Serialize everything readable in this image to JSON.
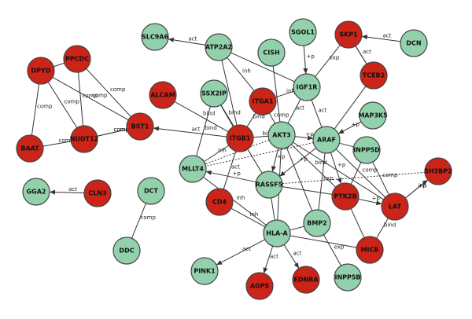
{
  "colors": {
    "red": "#cc2418",
    "green": "#92d1ac",
    "edge": "#333333"
  },
  "nodes": [
    {
      "id": "SLC9A6",
      "label": "SLC9A6",
      "color": "green"
    },
    {
      "id": "ATP2A2",
      "label": "ATP2A2",
      "color": "green"
    },
    {
      "id": "CISH",
      "label": "CISH",
      "color": "green"
    },
    {
      "id": "SGOL1",
      "label": "SGOL1",
      "color": "green"
    },
    {
      "id": "SKP1",
      "label": "SKP1",
      "color": "red"
    },
    {
      "id": "DCN",
      "label": "DCN",
      "color": "green"
    },
    {
      "id": "PPCDC",
      "label": "PPCDC",
      "color": "red"
    },
    {
      "id": "DPYD",
      "label": "DPYD",
      "color": "red"
    },
    {
      "id": "TCEB2",
      "label": "TCEB2",
      "color": "red"
    },
    {
      "id": "ALCAM",
      "label": "ALCAM",
      "color": "red"
    },
    {
      "id": "SSX2IP",
      "label": "SSX2IP",
      "color": "green"
    },
    {
      "id": "ITGA1",
      "label": "ITGA1",
      "color": "red"
    },
    {
      "id": "IGF1R",
      "label": "IGF1R",
      "color": "green"
    },
    {
      "id": "MAP3K5",
      "label": "MAP3K5",
      "color": "green"
    },
    {
      "id": "BST1",
      "label": "BST1",
      "color": "red"
    },
    {
      "id": "NUDT12",
      "label": "NUDT12",
      "color": "red"
    },
    {
      "id": "ITGB1",
      "label": "ITGB1",
      "color": "red"
    },
    {
      "id": "AKT3",
      "label": "AKT3",
      "color": "green"
    },
    {
      "id": "ARAF",
      "label": "ARAF",
      "color": "green"
    },
    {
      "id": "BAAT",
      "label": "BAAT",
      "color": "red"
    },
    {
      "id": "INPP5D",
      "label": "INPP5D",
      "color": "green"
    },
    {
      "id": "MLLT4",
      "label": "MLLT4",
      "color": "green"
    },
    {
      "id": "SH3BP2",
      "label": "SH3BP2",
      "color": "red"
    },
    {
      "id": "RASSF5",
      "label": "RASSF5",
      "color": "green"
    },
    {
      "id": "GGA2",
      "label": "GGA2",
      "color": "green"
    },
    {
      "id": "CLN3",
      "label": "CLN3",
      "color": "red"
    },
    {
      "id": "DCT",
      "label": "DCT",
      "color": "green"
    },
    {
      "id": "CD4",
      "label": "CD4",
      "color": "red"
    },
    {
      "id": "PTK2B",
      "label": "PTK2B",
      "color": "red"
    },
    {
      "id": "LAT",
      "label": "LAT",
      "color": "red"
    },
    {
      "id": "BMP2",
      "label": "BMP2",
      "color": "green"
    },
    {
      "id": "HLA-A",
      "label": "HLA-A",
      "color": "green"
    },
    {
      "id": "DDC",
      "label": "DDC",
      "color": "green"
    },
    {
      "id": "MICB",
      "label": "MICB",
      "color": "red"
    },
    {
      "id": "PINK1",
      "label": "PINK1",
      "color": "green"
    },
    {
      "id": "INPP5B",
      "label": "INPP5B",
      "color": "green"
    },
    {
      "id": "AGPS",
      "label": "AGPS",
      "color": "red"
    },
    {
      "id": "EDNRA",
      "label": "EDNRA",
      "color": "red"
    }
  ],
  "edges": [
    {
      "source": "ATP2A2",
      "target": "SLC9A6",
      "label": "act",
      "arrow": "arrow"
    },
    {
      "source": "ATP2A2",
      "target": "IGF1R",
      "label": "exp"
    },
    {
      "source": "ATP2A2",
      "target": "ITGB1",
      "label": ""
    },
    {
      "source": "ATP2A2",
      "target": "ITGA1",
      "label": "inh",
      "arrow": "bar"
    },
    {
      "source": "CISH",
      "target": "AKT3",
      "label": ""
    },
    {
      "source": "SGOL1",
      "target": "IGF1R",
      "label": "+p",
      "arrow": "arrow"
    },
    {
      "source": "DCN",
      "target": "SKP1",
      "label": "act",
      "arrow": "arrow"
    },
    {
      "source": "SKP1",
      "target": "TCEB2",
      "label": "act"
    },
    {
      "source": "TCEB2",
      "target": "SKP1",
      "label": ""
    },
    {
      "source": "SKP1",
      "target": "IGF1R",
      "label": "exp"
    },
    {
      "source": "TCEB2",
      "target": "ARAF",
      "label": ""
    },
    {
      "source": "PPCDC",
      "target": "DPYD",
      "label": ""
    },
    {
      "source": "PPCDC",
      "target": "NUDT12",
      "label": "comp"
    },
    {
      "source": "PPCDC",
      "target": "BST1",
      "label": "comp"
    },
    {
      "source": "DPYD",
      "target": "NUDT12",
      "label": "comp"
    },
    {
      "source": "DPYD",
      "target": "BST1",
      "label": "comp"
    },
    {
      "source": "DPYD",
      "target": "BAAT",
      "label": "comp"
    },
    {
      "source": "NUDT12",
      "target": "BST1",
      "label": "comp"
    },
    {
      "source": "NUDT12",
      "target": "BAAT",
      "label": "comp"
    },
    {
      "source": "BST1",
      "target": "NUDT12",
      "label": "comp"
    },
    {
      "source": "ITGB1",
      "target": "BST1",
      "label": "act",
      "arrow": "arrow"
    },
    {
      "source": "ALCAM",
      "target": "ITGB1",
      "label": "bind"
    },
    {
      "source": "SSX2IP",
      "target": "MLLT4",
      "label": "bind"
    },
    {
      "source": "SSX2IP",
      "target": "ITGB1",
      "label": "bind"
    },
    {
      "source": "SSX2IP",
      "target": "RASSF5",
      "label": ""
    },
    {
      "source": "ITGA1",
      "target": "ITGB1",
      "label": "bind"
    },
    {
      "source": "ITGA1",
      "target": "AKT3",
      "label": "comp"
    },
    {
      "source": "ITGA1",
      "target": "IGF1R",
      "label": "inh",
      "arrow": "bar"
    },
    {
      "source": "IGF1R",
      "target": "AKT3",
      "label": "act"
    },
    {
      "source": "IGF1R",
      "target": "ARAF",
      "label": "act"
    },
    {
      "source": "MAP3K5",
      "target": "ARAF",
      "label": "+p",
      "arrow": "arrow"
    },
    {
      "source": "ITGB1",
      "target": "AKT3",
      "label": "bind"
    },
    {
      "source": "ITGB1",
      "target": "MLLT4",
      "label": "inh",
      "arrow": "bar"
    },
    {
      "source": "ITGB1",
      "target": "CD4",
      "label": "act"
    },
    {
      "source": "AKT3",
      "target": "ARAF",
      "label": "+p",
      "arrow": "arrow"
    },
    {
      "source": "AKT3",
      "target": "RASSF5",
      "label": "+p",
      "arrow": "arrow"
    },
    {
      "source": "AKT3",
      "target": "MLLT4",
      "label": "",
      "dotted": true
    },
    {
      "source": "AKT3",
      "target": "PTK2B",
      "label": "bind"
    },
    {
      "source": "AKT3",
      "target": "HLA-A",
      "label": ""
    },
    {
      "source": "AKT3",
      "target": "BMP2",
      "label": ""
    },
    {
      "source": "AKT3",
      "target": "LAT",
      "label": ""
    },
    {
      "source": "ARAF",
      "target": "RASSF5",
      "label": "+p",
      "arrow": "arrow"
    },
    {
      "source": "ARAF",
      "target": "INPP5D",
      "label": ""
    },
    {
      "source": "ARAF",
      "target": "PTK2B",
      "label": "+p",
      "arrow": "arrow"
    },
    {
      "source": "ARAF",
      "target": "LAT",
      "label": "comp"
    },
    {
      "source": "ARAF",
      "target": "BMP2",
      "label": "exp"
    },
    {
      "source": "ARAF",
      "target": "MLLT4",
      "label": "",
      "dotted": true
    },
    {
      "source": "INPP5D",
      "target": "PTK2B",
      "label": ""
    },
    {
      "source": "INPP5D",
      "target": "LAT",
      "label": "comp"
    },
    {
      "source": "LAT",
      "target": "SH3BP2",
      "label": "+p",
      "arrow": "arrow"
    },
    {
      "source": "SH3BP2",
      "target": "LAT",
      "label": "inh",
      "arrow": "bar"
    },
    {
      "source": "PTK2B",
      "target": "LAT",
      "label": "+p",
      "arrow": "arrow"
    },
    {
      "source": "LAT",
      "target": "MICB",
      "label": "bind"
    },
    {
      "source": "PTK2B",
      "target": "MICB",
      "label": ""
    },
    {
      "source": "RASSF5",
      "target": "MLLT4",
      "label": "+p",
      "arrow": "arrow"
    },
    {
      "source": "RASSF5",
      "target": "PTK2B",
      "label": ""
    },
    {
      "source": "RASSF5",
      "target": "HLA-A",
      "label": ""
    },
    {
      "source": "RASSF5",
      "target": "SH3BP2",
      "label": "",
      "dotted": true
    },
    {
      "source": "MLLT4",
      "target": "HLA-A",
      "label": "inh"
    },
    {
      "source": "CD4",
      "target": "HLA-A",
      "label": "inh",
      "arrow": "bar"
    },
    {
      "source": "BMP2",
      "target": "INPP5B",
      "label": "exp"
    },
    {
      "source": "BMP2",
      "target": "HLA-A",
      "label": ""
    },
    {
      "source": "HLA-A",
      "target": "MICB",
      "label": ""
    },
    {
      "source": "HLA-A",
      "target": "PINK1",
      "label": "act",
      "arrow": "arrow"
    },
    {
      "source": "HLA-A",
      "target": "AGPS",
      "label": "act",
      "arrow": "arrow"
    },
    {
      "source": "HLA-A",
      "target": "EDNRA",
      "label": "act",
      "arrow": "arrow"
    },
    {
      "source": "CLN3",
      "target": "GGA2",
      "label": "act",
      "arrow": "arrow"
    },
    {
      "source": "DCT",
      "target": "DDC",
      "label": "comp"
    }
  ]
}
